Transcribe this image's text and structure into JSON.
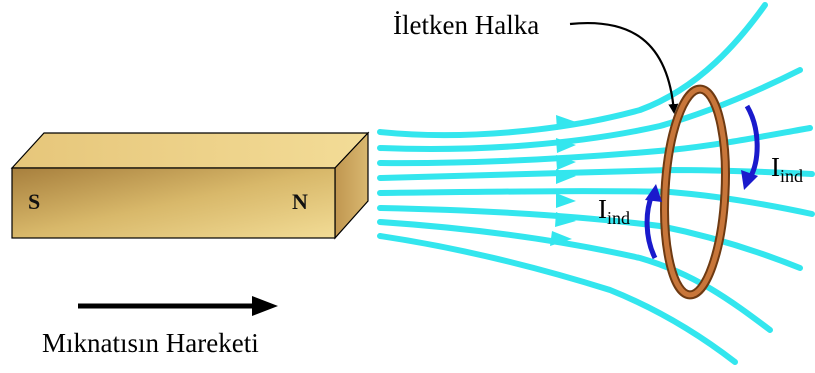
{
  "magnet": {
    "south_label": "S",
    "north_label": "N",
    "face_color": "#c9a45a",
    "top_color": "#e8c97a",
    "side_color": "#a88340"
  },
  "field_lines": {
    "color": "#33e6ee"
  },
  "ring": {
    "label": "İletken Halka",
    "color": "#b5652a"
  },
  "current_upper": {
    "symbol": "I",
    "subscript": "ind",
    "arrow_color": "#1a1acc"
  },
  "current_lower": {
    "symbol": "I",
    "subscript": "ind",
    "arrow_color": "#1a1acc"
  },
  "motion": {
    "label": "Mıknatısın Hareketi"
  }
}
